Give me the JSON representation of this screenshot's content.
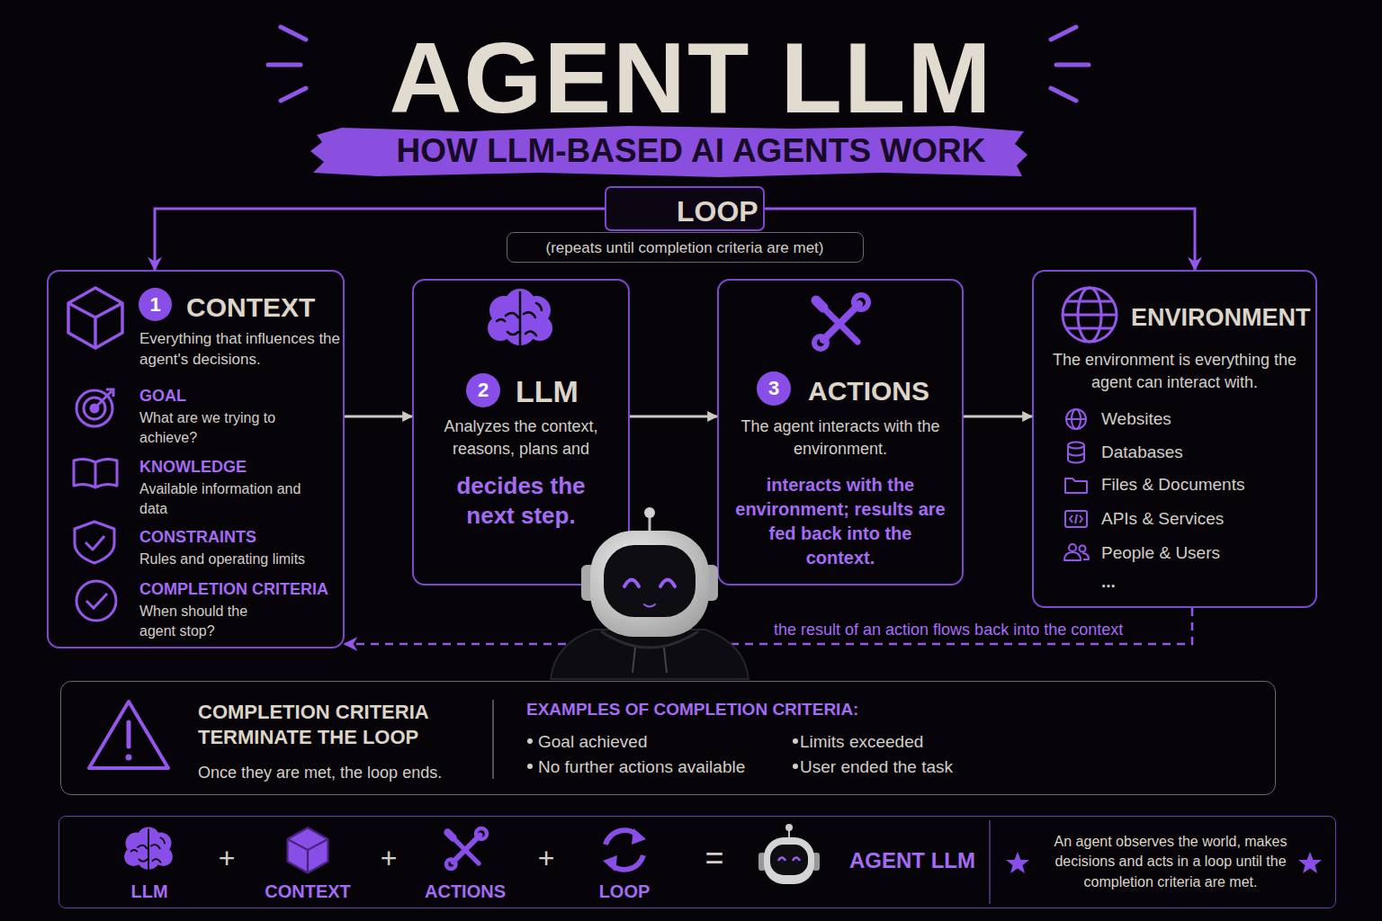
{
  "diagram": {
    "title": "AGENT LLM",
    "nodes": [
      {
        "text": [
          "LOOP"
        ]
      },
      {
        "text": [
          "(repeats until completion criteria are met)"
        ]
      },
      {
        "text": [
          "CONTEXT",
          "Everything that influences the agent's decisions.",
          "GOAL",
          "What are we trying to achieve?",
          "KNOWLEDGE",
          "Available information and data",
          "CONSTRAINTS",
          "Rules and operating limits",
          "COMPLETION CRITERIA",
          "When should the agent stop?"
        ]
      },
      {
        "text": [
          "1"
        ],
        "in": 2
      },
      {
        "text": [
          "LLM",
          "Analyzes the context, reasons, plans and",
          "decides the next step."
        ]
      },
      {
        "text": [
          "2"
        ],
        "in": 4
      },
      {
        "text": [
          "ACTIONS",
          "The agent interacts with the environment.",
          "interacts with the environment; results are fed back into the context."
        ]
      },
      {
        "text": [
          "3"
        ],
        "in": 6
      },
      {
        "text": [
          "ENVIRONMENT",
          "The environment is everything the agent can interact with.",
          "Websites",
          "Databases",
          "Files & Documents",
          "APIs & Services",
          "People & Users",
          "..."
        ]
      },
      {
        "text": [
          "COMPLETION CRITERIA TERMINATE THE LOOP",
          "Once they are met, the loop ends.",
          "EXAMPLES OF COMPLETION CRITERIA:",
          "Goal achieved",
          "No further actions available",
          "Limits exceeded",
          "User ended the task"
        ]
      },
      {
        "text": [
          "LLM",
          "+",
          "CONTEXT",
          "+",
          "ACTIONS",
          "+",
          "LOOP",
          "=",
          "AGENT LLM",
          "An agent observes the world, makes decisions and acts in a loop until the completion criteria are met."
        ]
      }
    ],
    "edges": [
      {
        "from": 0,
        "to": 2,
        "arrow": "to"
      },
      {
        "from": 0,
        "to": 8,
        "arrow": "to"
      },
      {
        "from": 2,
        "to": 4,
        "arrow": "to"
      },
      {
        "from": 4,
        "to": 6,
        "arrow": "to"
      },
      {
        "from": 6,
        "to": 8,
        "arrow": "to"
      },
      {
        "from": 8,
        "to": 2,
        "arrow": "to",
        "label": "the result of an action flows back into the context"
      }
    ],
    "labels": [
      "HOW LLM-BASED AI AGENTS WORK"
    ]
  }
}
